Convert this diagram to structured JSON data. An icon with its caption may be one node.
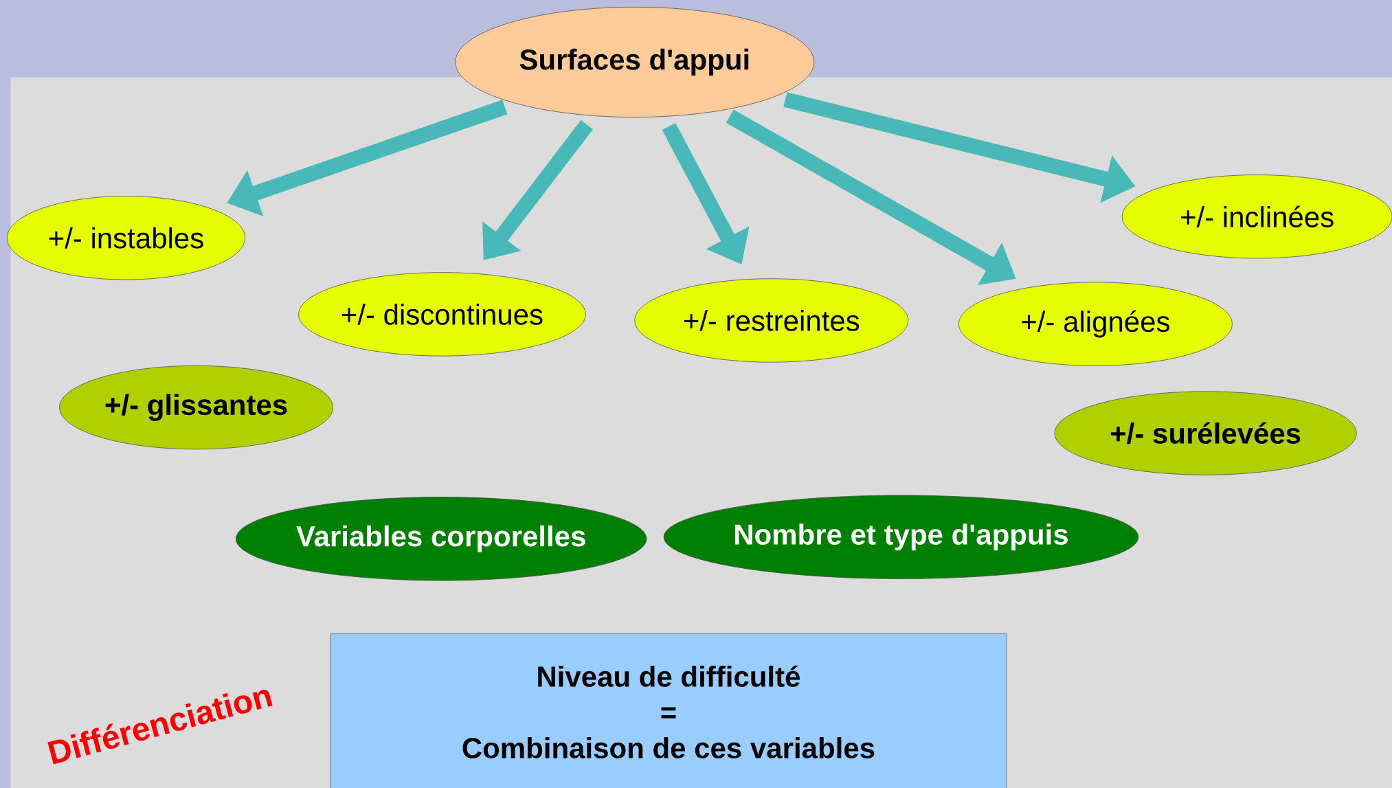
{
  "diagram": {
    "nodes": [
      {
        "text": [
          "Surfaces d'appui"
        ]
      },
      {
        "text": [
          "+/- instables"
        ]
      },
      {
        "text": [
          "+/- discontinues"
        ]
      },
      {
        "text": [
          "+/- restreintes"
        ]
      },
      {
        "text": [
          "+/- alignées"
        ]
      },
      {
        "text": [
          "+/- inclinées"
        ]
      },
      {
        "text": [
          "+/- glissantes"
        ]
      },
      {
        "text": [
          "+/- surélevées"
        ]
      },
      {
        "text": [
          "Variables corporelles"
        ]
      },
      {
        "text": [
          "Nombre et type d'appuis"
        ]
      },
      {
        "text": [
          "Niveau de difficulté",
          "=",
          "Combinaison de ces variables"
        ]
      }
    ],
    "edges": [
      {
        "from": 0,
        "to": 1,
        "arrow": "to"
      },
      {
        "from": 0,
        "to": 2,
        "arrow": "to"
      },
      {
        "from": 0,
        "to": 3,
        "arrow": "to"
      },
      {
        "from": 0,
        "to": 4,
        "arrow": "to"
      },
      {
        "from": 0,
        "to": 5,
        "arrow": "to"
      }
    ],
    "labels": [
      "Différenciation"
    ]
  }
}
